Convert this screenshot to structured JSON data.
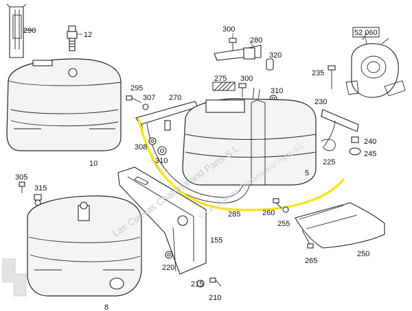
{
  "labels": {
    "p290": "290",
    "p12": "12",
    "p300a": "300",
    "p280": "280",
    "p320": "320",
    "p52060": "52 060",
    "p235": "235",
    "p275": "275",
    "p300b": "300",
    "p310a": "310",
    "p295": "295",
    "p307": "307",
    "p270": "270",
    "p230": "230",
    "p10": "10",
    "p308": "308",
    "p310b": "310",
    "p240": "240",
    "p225": "225",
    "p245": "245",
    "p5": "5",
    "p305": "305",
    "p315": "315",
    "p260": "260",
    "p285": "285",
    "p255": "255",
    "p155": "155",
    "p220": "220",
    "p250": "250",
    "p265": "265",
    "p215": "215",
    "p210": "210",
    "p8": "8"
  },
  "watermark": {
    "text": "Las Cuevas Chatarra and Parts S.L.",
    "text_small": "© Las Cuevas Chatarra and Parts S.L."
  },
  "colors": {
    "highlight": "#f5e61e",
    "line": "#222222",
    "watermark": "#c9c9c9"
  }
}
